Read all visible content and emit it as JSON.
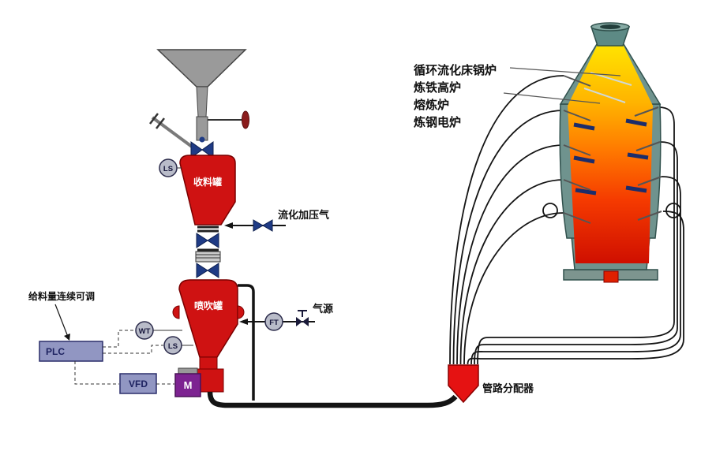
{
  "diagram": {
    "applications": [
      "循环流化床锅炉",
      "炼铁高炉",
      "熔炼炉",
      "炼钢电炉"
    ],
    "vessels": {
      "receiving_tank": "收料罐",
      "injection_tank": "喷吹罐"
    },
    "instruments": {
      "ls_upper": "LS",
      "ls_lower": "LS",
      "wt": "WT",
      "ft": "FT"
    },
    "controls": {
      "plc": "PLC",
      "vfd": "VFD",
      "motor": "M"
    },
    "annotations": {
      "feed_note": "给料量连续可调",
      "fluidization_gas": "流化加压气",
      "gas_source": "气源",
      "distributor": "管路分配器"
    }
  },
  "colors": {
    "vessel_red": "#cf1212",
    "distributor_red": "#e51212",
    "valve_navy": "#1f3b85",
    "tuyere_navy": "#1c2d6b",
    "motor_purple": "#7d2391",
    "control_fill": "#9196c2",
    "hopper_gray": "#9a9a9a",
    "furnace_shell_teal": "#6f938e",
    "flame_top_yellow": "#ffe800",
    "flame_mid_orange": "#ff7800",
    "flame_bottom_red": "#cf0f00",
    "pipe_black": "#141414"
  }
}
